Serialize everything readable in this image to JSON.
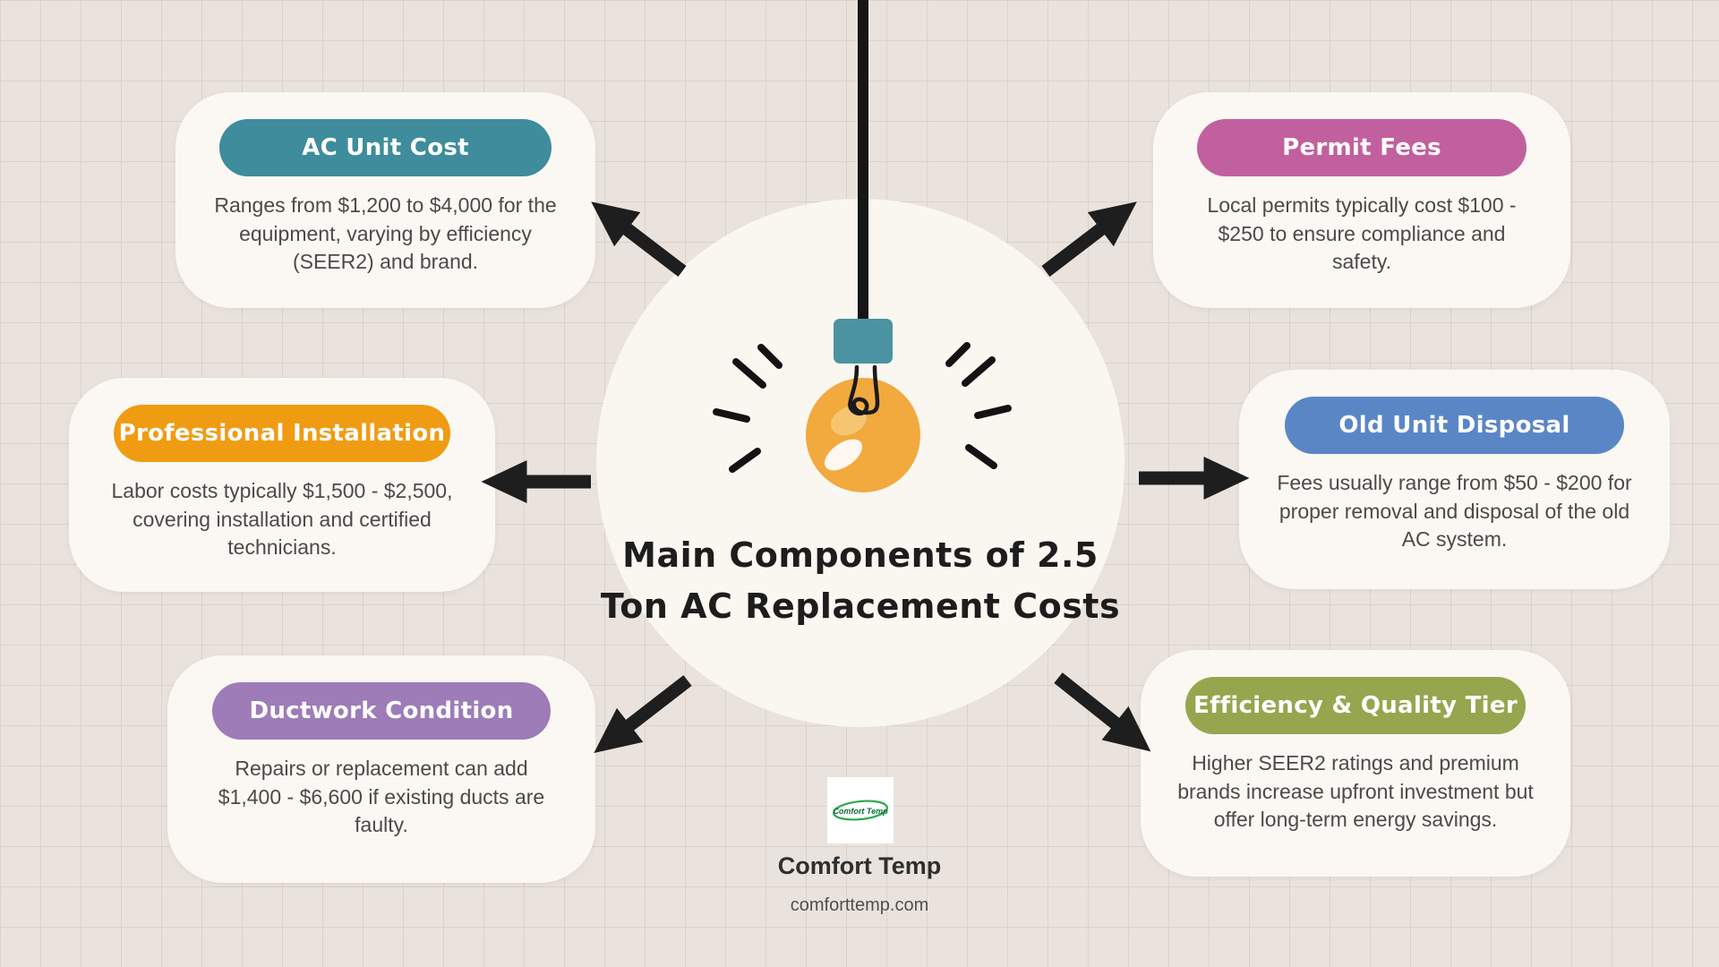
{
  "background": {
    "base_color": "#eae3dd",
    "grid_color": "#dbd2ca",
    "card_color": "#fbf8f3",
    "circle_color": "#faf7f1"
  },
  "center": {
    "title_line1": "Main Components of 2.5",
    "title_line2": "Ton AC Replacement Costs",
    "icon": "hanging-lightbulb-illustration",
    "bulb_color": "#f2a93e",
    "socket_color": "#4b93a1",
    "cord_color": "#161616"
  },
  "cards": [
    {
      "id": "ac-unit-cost",
      "title": "AC Unit Cost",
      "color": "#3e8c9c",
      "body": "Ranges from $1,200 to $4,000 for the equipment, varying by efficiency (SEER2) and brand."
    },
    {
      "id": "permit-fees",
      "title": "Permit Fees",
      "color": "#c2609f",
      "body": "Local permits typically cost $100 - $250 to ensure compliance and safety."
    },
    {
      "id": "professional-installation",
      "title": "Professional Installation",
      "color": "#f09c13",
      "body": "Labor costs typically $1,500 - $2,500, covering installation and certified technicians."
    },
    {
      "id": "old-unit-disposal",
      "title": "Old Unit Disposal",
      "color": "#5b86c6",
      "body": "Fees usually range from $50 - $200 for proper removal and disposal of the old AC system."
    },
    {
      "id": "ductwork-condition",
      "title": "Ductwork Condition",
      "color": "#9d7cb7",
      "body": "Repairs or replacement can add $1,400 - $6,600 if existing ducts are faulty."
    },
    {
      "id": "efficiency-quality-tier",
      "title": "Efficiency & Quality Tier",
      "color": "#96a64f",
      "body": "Higher SEER2 ratings and premium brands increase upfront investment but offer long-term energy savings."
    }
  ],
  "footer": {
    "logo_text": "Comfort Temp",
    "brand": "Comfort Temp",
    "website": "comforttemp.com"
  },
  "icons": {
    "arrows": "black-bold-arrow",
    "logo": "comfort-temp-logo"
  }
}
